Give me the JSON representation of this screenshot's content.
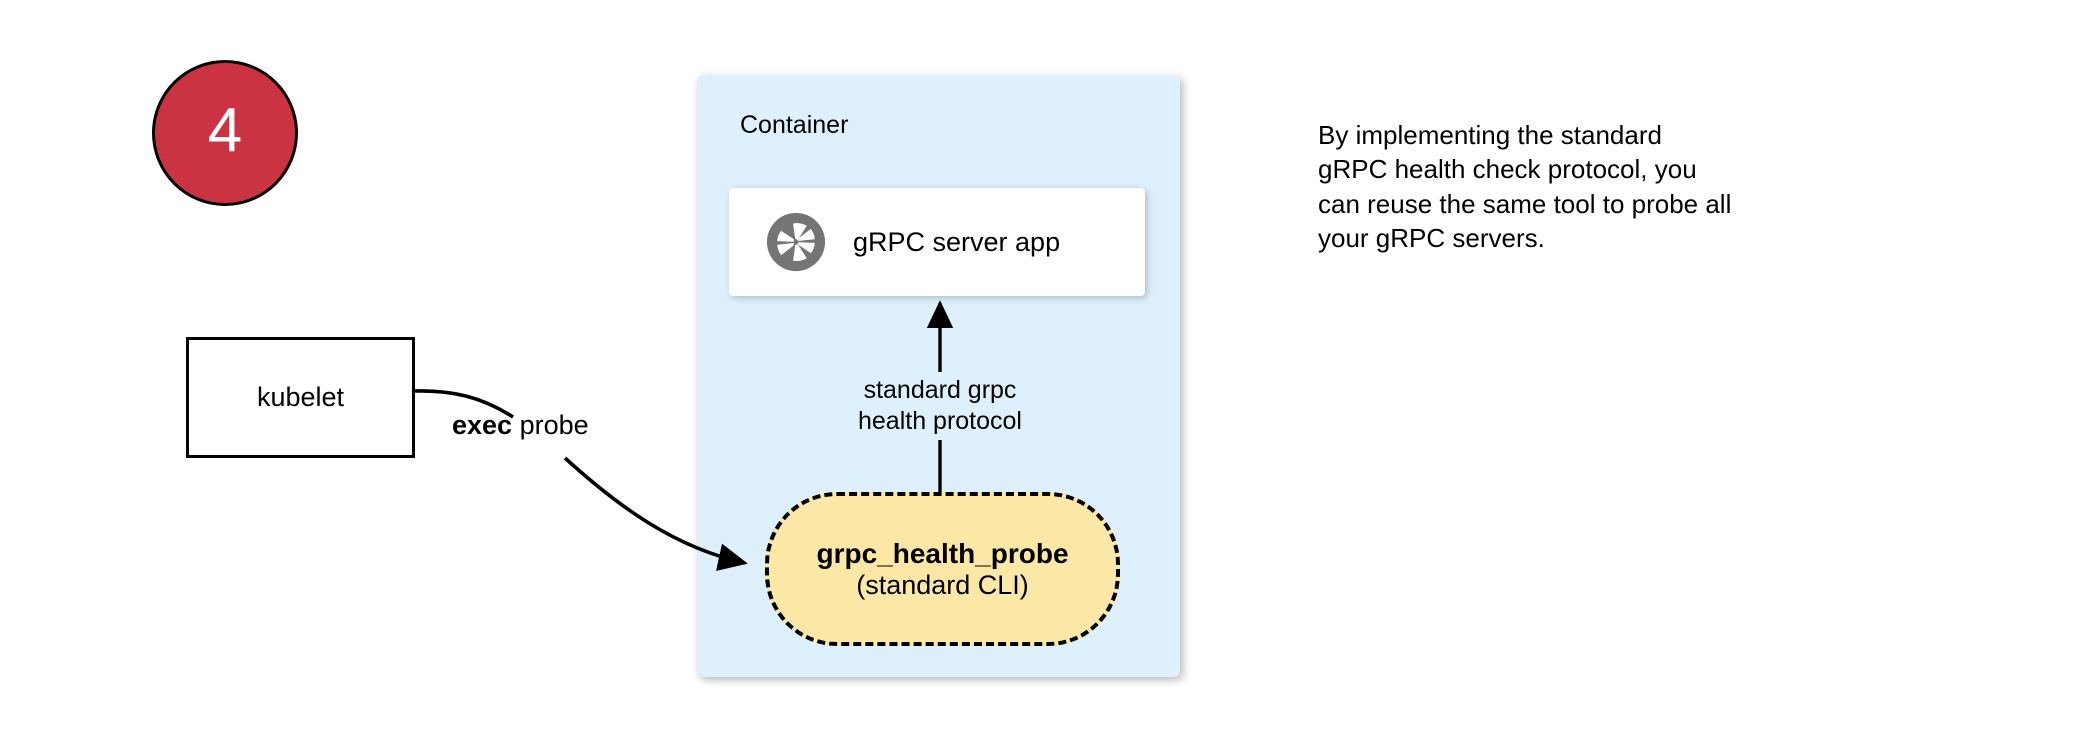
{
  "step": {
    "number": "4",
    "badge_color": "#cc3342",
    "badge_text_color": "#ffffff"
  },
  "container": {
    "label": "Container",
    "fill_color": "#ddf0fb"
  },
  "server_app": {
    "label": "gRPC server app",
    "icon": "grpc-aperture-icon",
    "icon_color": "#757575",
    "fill_color": "#ffffff"
  },
  "kubelet": {
    "label": "kubelet",
    "fill_color": "#ffffff",
    "border_color": "#000000"
  },
  "probe": {
    "title": "grpc_health_probe",
    "subtitle": "(standard CLI)",
    "fill_color": "#fce8a6",
    "border_color": "#000000",
    "border_style": "dashed"
  },
  "edges": {
    "exec_probe": {
      "label_bold": "exec",
      "label_rest": " probe",
      "from": "kubelet",
      "to": "grpc_health_probe"
    },
    "health_protocol": {
      "line1": "standard grpc",
      "line2": "health protocol",
      "from": "grpc_health_probe",
      "to": "gRPC server app"
    }
  },
  "caption": {
    "line1": "By implementing the standard",
    "line2": "gRPC health check protocol, you",
    "line3": "can reuse the same tool to probe all",
    "line4": "your gRPC servers."
  }
}
